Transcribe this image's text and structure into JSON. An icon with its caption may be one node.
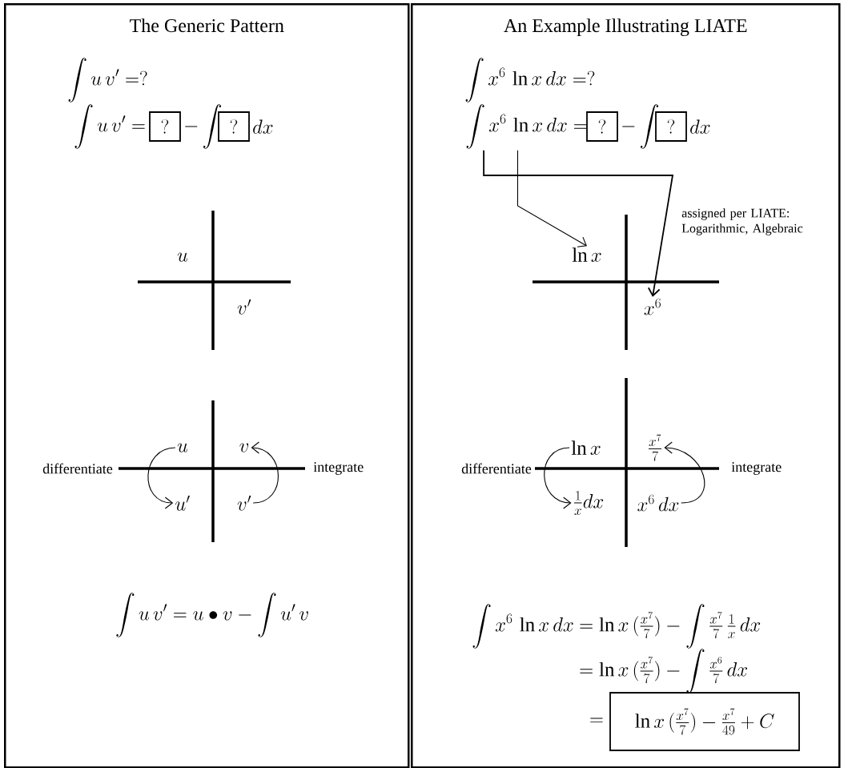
{
  "diagram": {
    "nodes": [
      {
        "text": [
          "The Generic Pattern"
        ]
      },
      {
        "text": [
          "An Example Illustrating LIATE"
        ]
      },
      {
        "text": [
          "?"
        ],
        "in": 0
      },
      {
        "text": [
          "?"
        ],
        "in": 0
      },
      {
        "text": [
          "u"
        ],
        "in": 0
      },
      {
        "text": [
          "v"
        ],
        "in": 0
      },
      {
        "text": [
          "u'"
        ],
        "in": 0
      },
      {
        "text": [
          "v'"
        ],
        "in": 0
      },
      {
        "text": [
          "\\int x^{6}\\,\\ln x\\,dx ="
        ],
        "in": 1
      },
      {
        "text": [
          "?"
        ],
        "in": 1
      },
      {
        "text": [
          "?"
        ],
        "in": 1
      },
      {
        "text": [
          "\\ln x"
        ],
        "in": 1
      },
      {
        "text": [
          "x^{6}"
        ],
        "in": 1
      },
      {
        "text": [
          "\\ln x"
        ],
        "in": 1
      },
      {
        "text": [
          "\\frac{x^{7}}{7}"
        ],
        "in": 1
      },
      {
        "text": [
          "\\frac{1}{x}dx"
        ],
        "in": 1
      },
      {
        "text": [
          "x^{6}\\,dx"
        ],
        "in": 1
      },
      {
        "text": [
          "\\ln x\\,(\\frac{x^{7}}{7}) - \\frac{x^{7}}{49} + C"
        ],
        "in": 1
      }
    ],
    "edges": [
      {
        "from": 4,
        "to": 6,
        "arrow": "to"
      },
      {
        "from": 7,
        "to": 5,
        "arrow": "to"
      },
      {
        "from": 8,
        "to": 12,
        "arrow": "to"
      },
      {
        "from": 8,
        "to": 11,
        "arrow": "to"
      },
      {
        "from": 13,
        "to": 15,
        "arrow": "to"
      },
      {
        "from": 16,
        "to": 14,
        "arrow": "to"
      }
    ],
    "labels": [
      "\\int u\\,v' = ?",
      "\\int x^{6}\\,\\ln x\\,dx = ?",
      "\\int u\\,v' =",
      "-\\int",
      "dx",
      "-\\int",
      "dx",
      "assigned per LIATE: Logarithmic, Algebraic",
      "u",
      "v'",
      "differentiate",
      "integrate",
      "differentiate",
      "integrate",
      "\\int u\\,v' = u \\bullet v - \\int u'\\,v",
      "\\int x^{6}\\,\\ln x\\,dx",
      "= \\ln x\\,(\\tfrac{x^{7}}{7}) - \\int \\tfrac{x^{7}}{7}\\,\\tfrac{1}{x}\\,dx",
      "= \\ln x\\,(\\tfrac{x^{7}}{7}) - \\int \\tfrac{x^{6}}{7}\\,dx",
      "="
    ]
  }
}
